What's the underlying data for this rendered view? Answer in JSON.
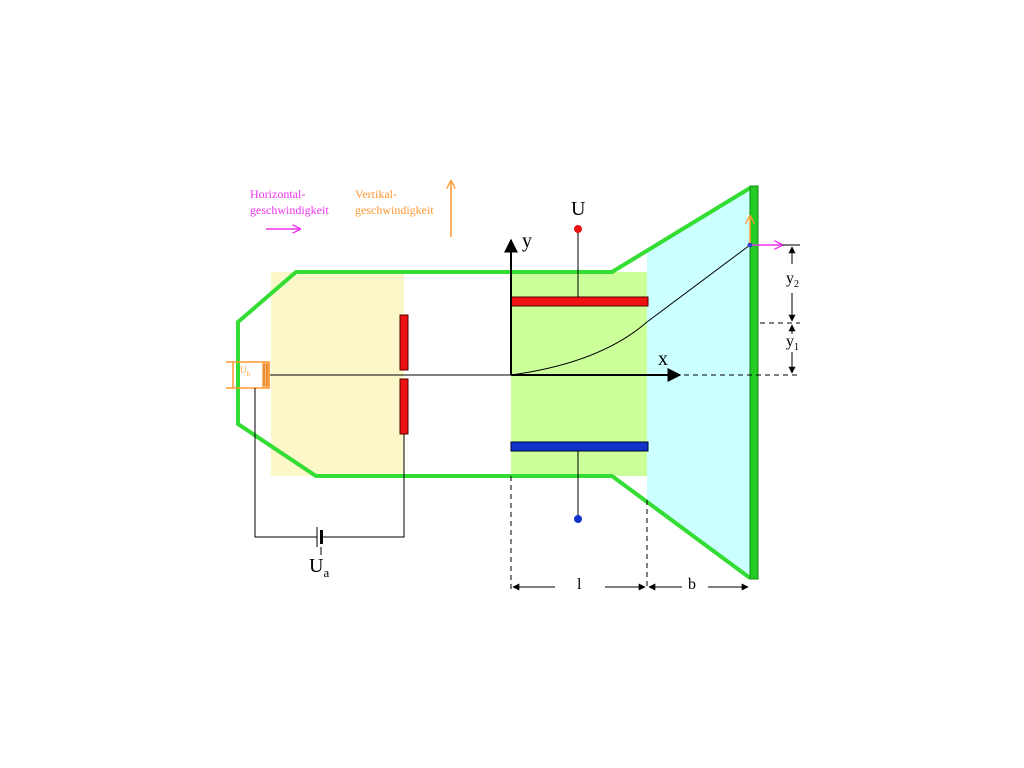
{
  "legend": {
    "horizontal_line1": "Horizontal-",
    "horizontal_line2": "geschwindigkeit",
    "vertical_line1": "Vertikal-",
    "vertical_line2": "geschwindigkeit"
  },
  "labels": {
    "plate_voltage": "U",
    "axis_y": "y",
    "axis_x": "x",
    "heater_voltage_main": "U",
    "heater_voltage_sub": "h",
    "accel_voltage_main": "U",
    "accel_voltage_sub": "a",
    "length_l": "l",
    "length_b": "b",
    "y2_main": "y",
    "y2_sub": "2",
    "y1_main": "y",
    "y1_sub": "1"
  },
  "colors": {
    "tube_outline": "#33dd33",
    "gun_region": "#fbf7c8",
    "deflection_region": "#ccff99",
    "drift_region": "#ccffff",
    "screen": "#22cc22",
    "top_plate": "#ee1111",
    "bottom_plate": "#1133cc",
    "horizontal_arrow": "#ee33ee",
    "vertical_arrow": "#ff9933"
  }
}
